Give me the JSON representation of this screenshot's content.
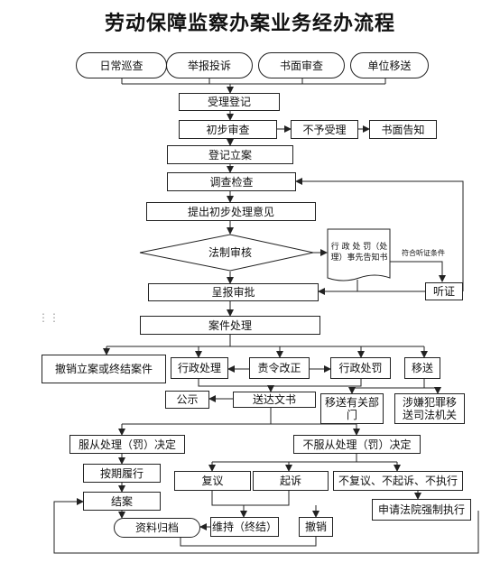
{
  "title": "劳动保障监察办案业务经办流程",
  "sources": {
    "daily_patrol": "日常巡查",
    "report_complaint": "举报投诉",
    "document_review": "书面审查",
    "unit_transfer": "单位移送"
  },
  "steps": {
    "accept_register": "受理登记",
    "preliminary_review": "初步审查",
    "not_accepted": "不予受理",
    "written_notice": "书面告知",
    "register_case": "登记立案",
    "investigate": "调查检查",
    "propose_opinion": "提出初步处理意见",
    "legal_review": "法制审核",
    "penalty_notice": "行 政 处 罚（处理）事先告知书",
    "hearing_condition": "符合听证条件",
    "hearing": "听证",
    "submit_approval": "呈报审批",
    "case_handling": "案件处理",
    "revoke_case": "撤销立案或终结案件",
    "admin_handling": "行政处理",
    "order_correction": "责令改正",
    "admin_penalty": "行政处罚",
    "transfer": "移送",
    "publicize": "公示",
    "serve_document": "送达文书",
    "transfer_department": "移送有关部门",
    "transfer_judicial": "涉嫌犯罪移送司法机关",
    "accept_decision": "服从处理（罚）决定",
    "reject_decision": "不服从处理（罚）决定",
    "perform_on_time": "按期履行",
    "reconsideration": "复议",
    "lawsuit": "起诉",
    "no_action": "不复议、不起诉、不执行",
    "close_case": "结案",
    "court_enforcement": "申请法院强制执行",
    "archive": "资料归档",
    "maintain_final": "维持（终结）",
    "revoke": "撤销"
  },
  "colors": {
    "stroke": "#222222",
    "fill": "#ffffff"
  }
}
